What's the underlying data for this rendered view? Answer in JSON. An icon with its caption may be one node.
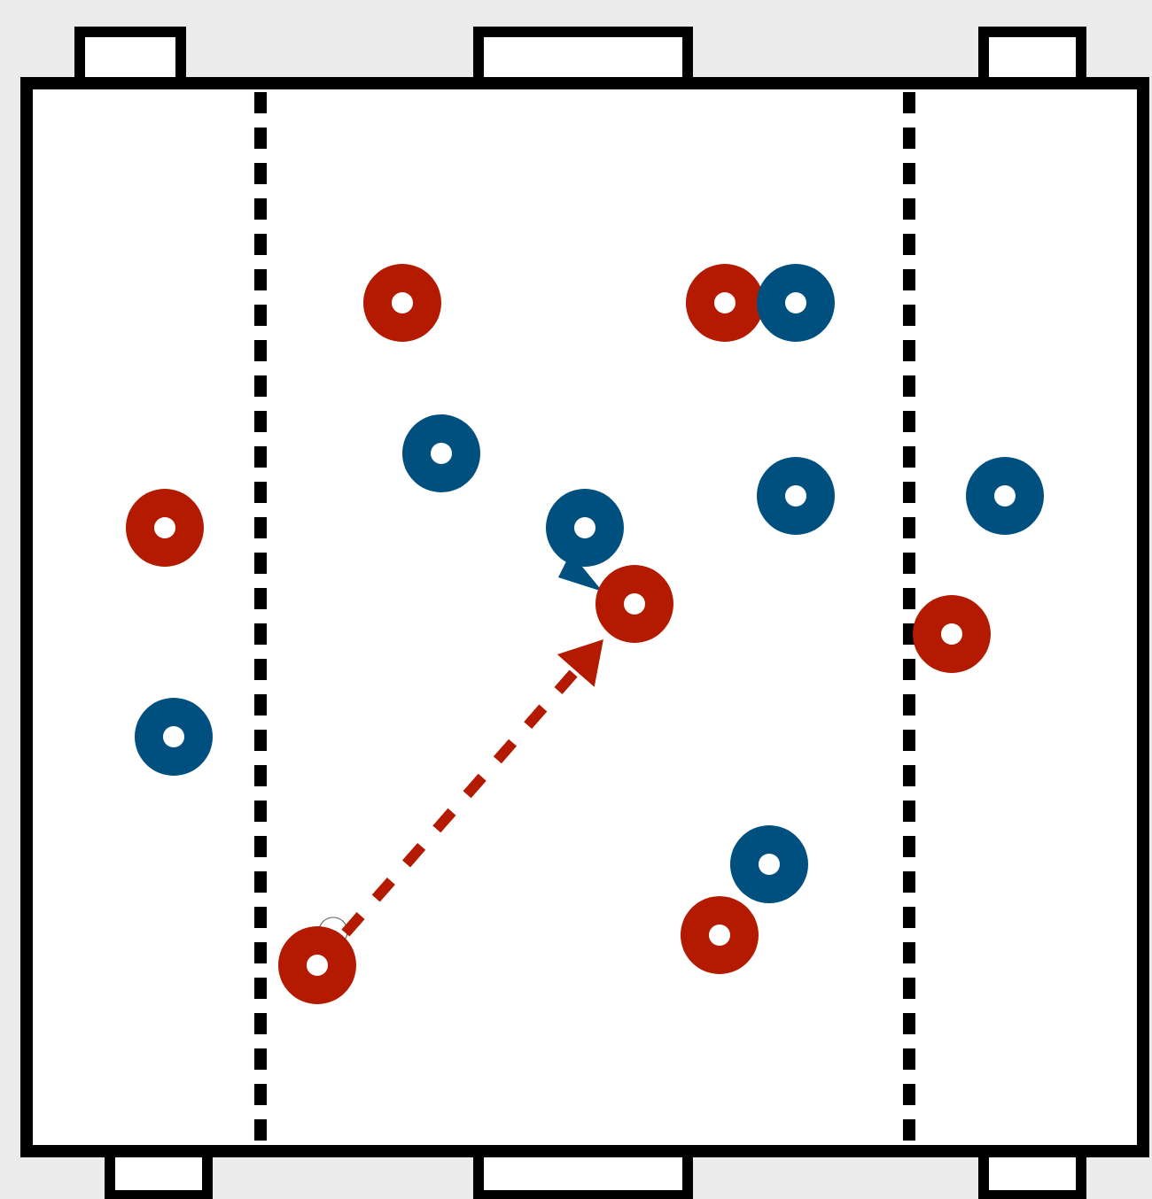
{
  "diagram": {
    "nodes": [
      {
        "text": [],
        "shape": "circle"
      },
      {
        "text": [],
        "shape": "circle"
      },
      {
        "text": [],
        "shape": "circle"
      },
      {
        "text": [],
        "shape": "circle"
      },
      {
        "text": [],
        "shape": "circle"
      },
      {
        "text": [],
        "shape": "circle"
      },
      {
        "text": [],
        "shape": "circle"
      },
      {
        "text": [],
        "shape": "circle"
      },
      {
        "text": [],
        "shape": "circle"
      },
      {
        "text": [],
        "shape": "circle"
      },
      {
        "text": [],
        "shape": "circle"
      },
      {
        "text": [],
        "shape": "circle"
      },
      {
        "text": [],
        "shape": "circle"
      },
      {
        "text": [],
        "shape": "circle"
      }
    ],
    "edges": [
      {
        "from": 13,
        "to": 8,
        "arrow": "to",
        "style": "dashed",
        "color": "#b31a00"
      }
    ]
  }
}
